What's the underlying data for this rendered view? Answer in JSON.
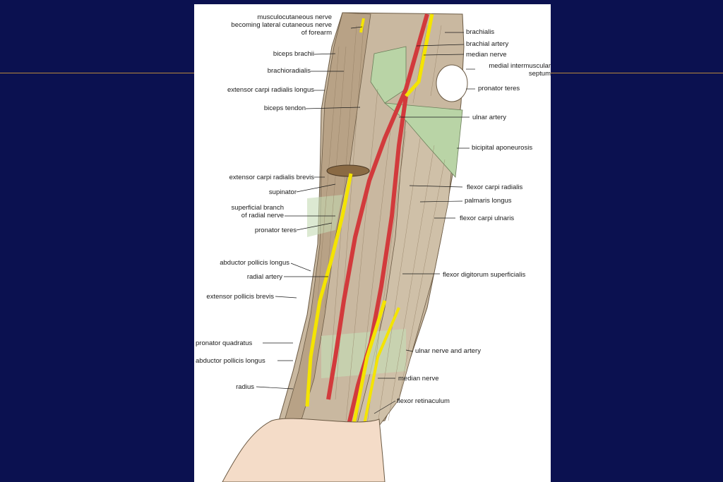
{
  "slide": {
    "background_color": "#0b1150",
    "rule_color": "#b8893c"
  },
  "labels_left": [
    {
      "id": "musculocutaneous",
      "lines": [
        "musculocutaneous nerve",
        "becoming lateral cutaneous nerve",
        "of forearm"
      ]
    },
    {
      "id": "biceps-brachii",
      "lines": [
        "biceps brachii"
      ]
    },
    {
      "id": "brachioradialis",
      "lines": [
        "brachioradialis"
      ]
    },
    {
      "id": "ecrl",
      "lines": [
        "extensor carpi radialis longus"
      ]
    },
    {
      "id": "biceps-tendon",
      "lines": [
        "biceps tendon"
      ]
    },
    {
      "id": "ecrb",
      "lines": [
        "extensor carpi radialis brevis"
      ]
    },
    {
      "id": "supinator",
      "lines": [
        "supinator"
      ]
    },
    {
      "id": "superficial-branch",
      "lines": [
        "superficial branch",
        "of radial nerve"
      ]
    },
    {
      "id": "pronator-teres-left",
      "lines": [
        "pronator teres"
      ]
    },
    {
      "id": "apl-upper",
      "lines": [
        "abductor pollicis longus"
      ]
    },
    {
      "id": "radial-artery",
      "lines": [
        "radial artery"
      ]
    },
    {
      "id": "epb",
      "lines": [
        "extensor pollicis brevis"
      ]
    },
    {
      "id": "pronator-quadratus",
      "lines": [
        "pronator quadratus"
      ]
    },
    {
      "id": "apl-lower",
      "lines": [
        "abductor pollicis longus"
      ]
    },
    {
      "id": "radius",
      "lines": [
        "radius"
      ]
    }
  ],
  "labels_right": [
    {
      "id": "brachialis",
      "lines": [
        "brachialis"
      ]
    },
    {
      "id": "brachial-artery",
      "lines": [
        "brachial artery"
      ]
    },
    {
      "id": "median-nerve-upper",
      "lines": [
        "median nerve"
      ]
    },
    {
      "id": "medial-septum",
      "lines": [
        "medial intermuscular",
        "septum"
      ]
    },
    {
      "id": "pronator-teres-right",
      "lines": [
        "pronator teres"
      ]
    },
    {
      "id": "ulnar-artery",
      "lines": [
        "ulnar artery"
      ]
    },
    {
      "id": "bicipital-aponeurosis",
      "lines": [
        "bicipital aponeurosis"
      ]
    },
    {
      "id": "fcr",
      "lines": [
        "flexor carpi radialis"
      ]
    },
    {
      "id": "palmaris-longus",
      "lines": [
        "palmaris longus"
      ]
    },
    {
      "id": "fcu",
      "lines": [
        "flexor carpi ulnaris"
      ]
    },
    {
      "id": "fds",
      "lines": [
        "flexor digitorum superficialis"
      ]
    },
    {
      "id": "ulnar-nerve-artery",
      "lines": [
        "ulnar nerve and artery"
      ]
    },
    {
      "id": "median-nerve-lower",
      "lines": [
        "median nerve"
      ]
    },
    {
      "id": "flexor-retinaculum",
      "lines": [
        "flexor retinaculum"
      ]
    }
  ],
  "colors": {
    "muscle": "#c9b8a0",
    "muscle_dark": "#a78f72",
    "fascia": "#b9d4a6",
    "nerve": "#f4e400",
    "artery": "#d23a3c",
    "skin": "#f4dcc8"
  }
}
